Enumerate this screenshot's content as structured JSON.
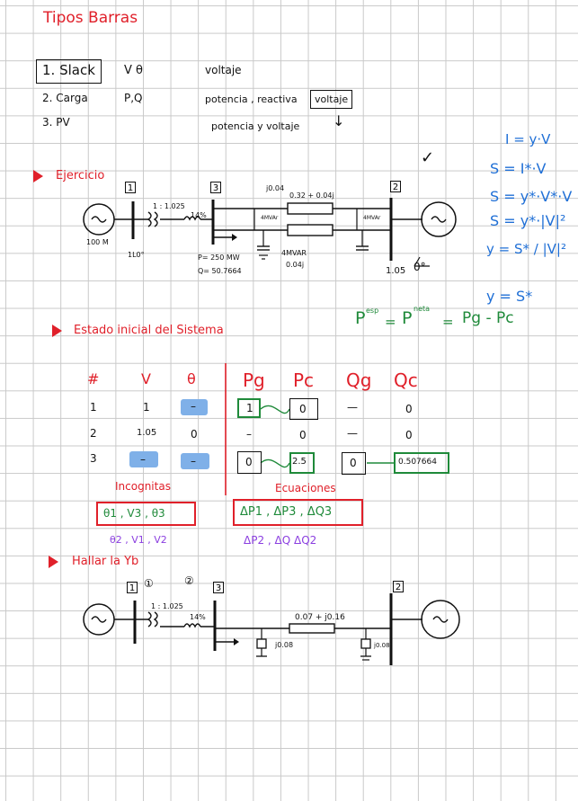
{
  "title": "Tipos Barras",
  "bus_types": {
    "items": [
      {
        "name": "1. Slack",
        "vars": "V θ",
        "desc": "voltaje"
      },
      {
        "name": "2. Carga",
        "vars": "P,Q",
        "desc_a": "potencia , reactiva",
        "desc_box": "voltaje"
      },
      {
        "name": "3. PV",
        "vars": "",
        "desc": "potencia  y voltaje"
      }
    ],
    "down_arrow": "↓"
  },
  "ejercicio": {
    "label": "Ejercicio",
    "tick": "✓",
    "bus_numbers": [
      "1",
      "3",
      "2"
    ],
    "transformer": "1 : 1.025",
    "impedance_14": "14%",
    "j004": "j0.04",
    "line_z": "0.32 + 0.04j",
    "shunt_left": "4MVAr",
    "shunt_right": "4MVAr",
    "gen_left": "100 M",
    "bus1_angle": "1L0°",
    "p_load": "P= 250 MW",
    "q_load": "Q= 50.7664",
    "shunt_bottom": "4MVAR",
    "shunt_bottom_z": "0.04j",
    "bus2_voltage": "1.05",
    "bus2_angle": "0°"
  },
  "equations_blue": [
    "I = y·V",
    "S = I*·V",
    "S = y*·V*·V",
    "S = y*·|V|²",
    "y = S* / |V|²",
    "y = S*"
  ],
  "net_power": {
    "lhs": "P",
    "lhs_sup": "esp",
    "mid": "P",
    "mid_sup": "neta",
    "rhs": "Pg - Pc"
  },
  "estado": {
    "label": "Estado inicial del Sistema",
    "headers": [
      "#",
      "V",
      "θ",
      "Pg",
      "Pc",
      "Qg",
      "Qc"
    ],
    "rows": [
      [
        "1",
        "1",
        "–",
        "1",
        "0",
        "—",
        "0"
      ],
      [
        "2",
        "1.05",
        "0",
        "–",
        "0",
        "—",
        "0"
      ],
      [
        "3",
        "–",
        "–",
        "0",
        "2.5",
        "0",
        "0.507664"
      ]
    ],
    "incognitas_label": "Incognitas",
    "incognitas": "θ1 , V3 , θ3",
    "incognitas_extra": "θ2 , V1 , V2",
    "ecuaciones_label": "Ecuaciones",
    "ecuaciones": "ΔP1 , ΔP3 , ΔQ3",
    "ecuaciones_extra": "ΔP2 , ΔQ ΔQ2"
  },
  "yb": {
    "label": "Hallar la Yb",
    "bus_numbers": [
      "1",
      "3",
      "2"
    ],
    "circled": [
      "①",
      "②"
    ],
    "transformer": "1 : 1.025",
    "impedance_14": "14%",
    "line_z": "0.07 + j0.16",
    "shunt_left": "j0.08",
    "shunt_right": "j0.08"
  }
}
